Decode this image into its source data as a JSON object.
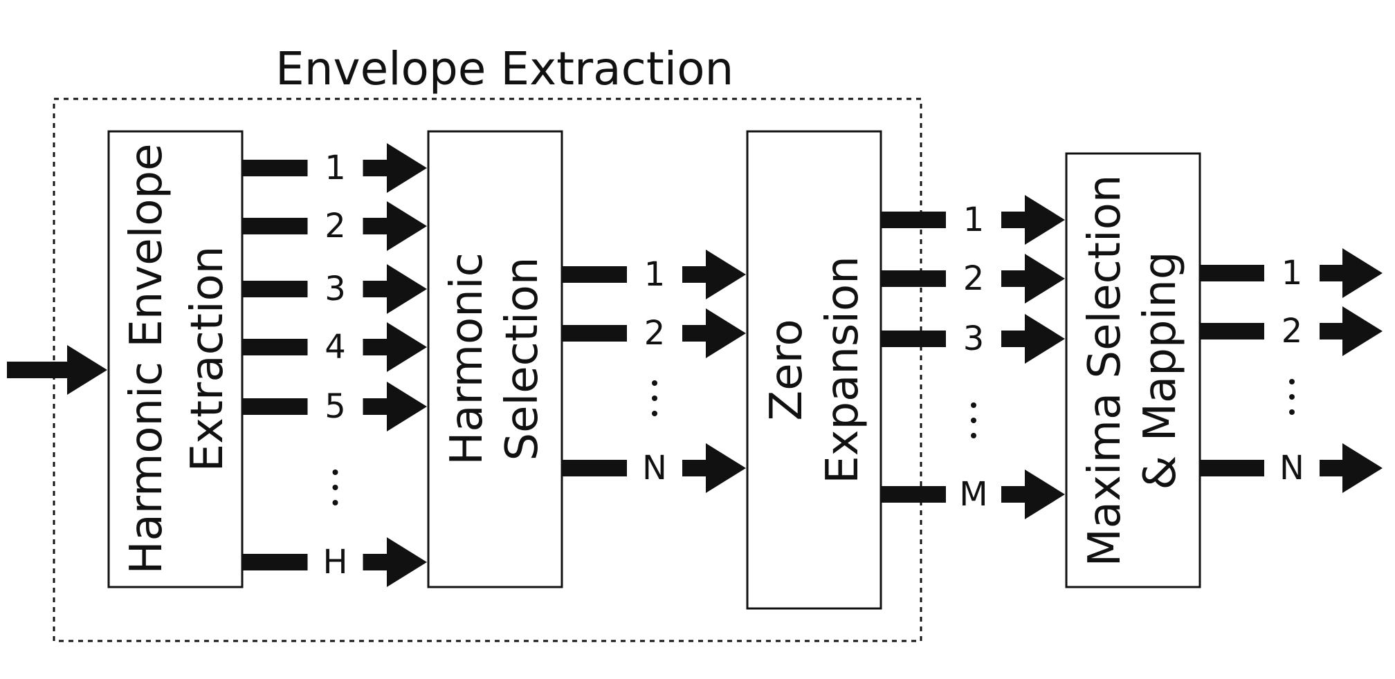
{
  "diagram": {
    "group": {
      "title": "Envelope Extraction"
    },
    "blocks": [
      {
        "id": "harmonic-envelope-extraction",
        "lines": [
          "Harmonic Envelope",
          "Extraction"
        ]
      },
      {
        "id": "harmonic-selection",
        "lines": [
          "Harmonic",
          "Selection"
        ]
      },
      {
        "id": "zero-expansion",
        "lines": [
          "Zero",
          "Expansion"
        ]
      },
      {
        "id": "maxima-selection-mapping",
        "lines": [
          "Maxima Selection",
          "& Mapping"
        ]
      }
    ],
    "arrow_groups": [
      {
        "from": "input",
        "to": "harmonic-envelope-extraction",
        "labels": [
          ""
        ]
      },
      {
        "from": "harmonic-envelope-extraction",
        "to": "harmonic-selection",
        "labels": [
          "1",
          "2",
          "3",
          "4",
          "5",
          "⋮",
          "H"
        ]
      },
      {
        "from": "harmonic-selection",
        "to": "zero-expansion",
        "labels": [
          "1",
          "2",
          "⋮",
          "N"
        ]
      },
      {
        "from": "zero-expansion",
        "to": "maxima-selection-mapping",
        "labels": [
          "1",
          "2",
          "3",
          "⋮",
          "M"
        ]
      },
      {
        "from": "maxima-selection-mapping",
        "to": "output",
        "labels": [
          "1",
          "2",
          "⋮",
          "N"
        ]
      }
    ]
  }
}
